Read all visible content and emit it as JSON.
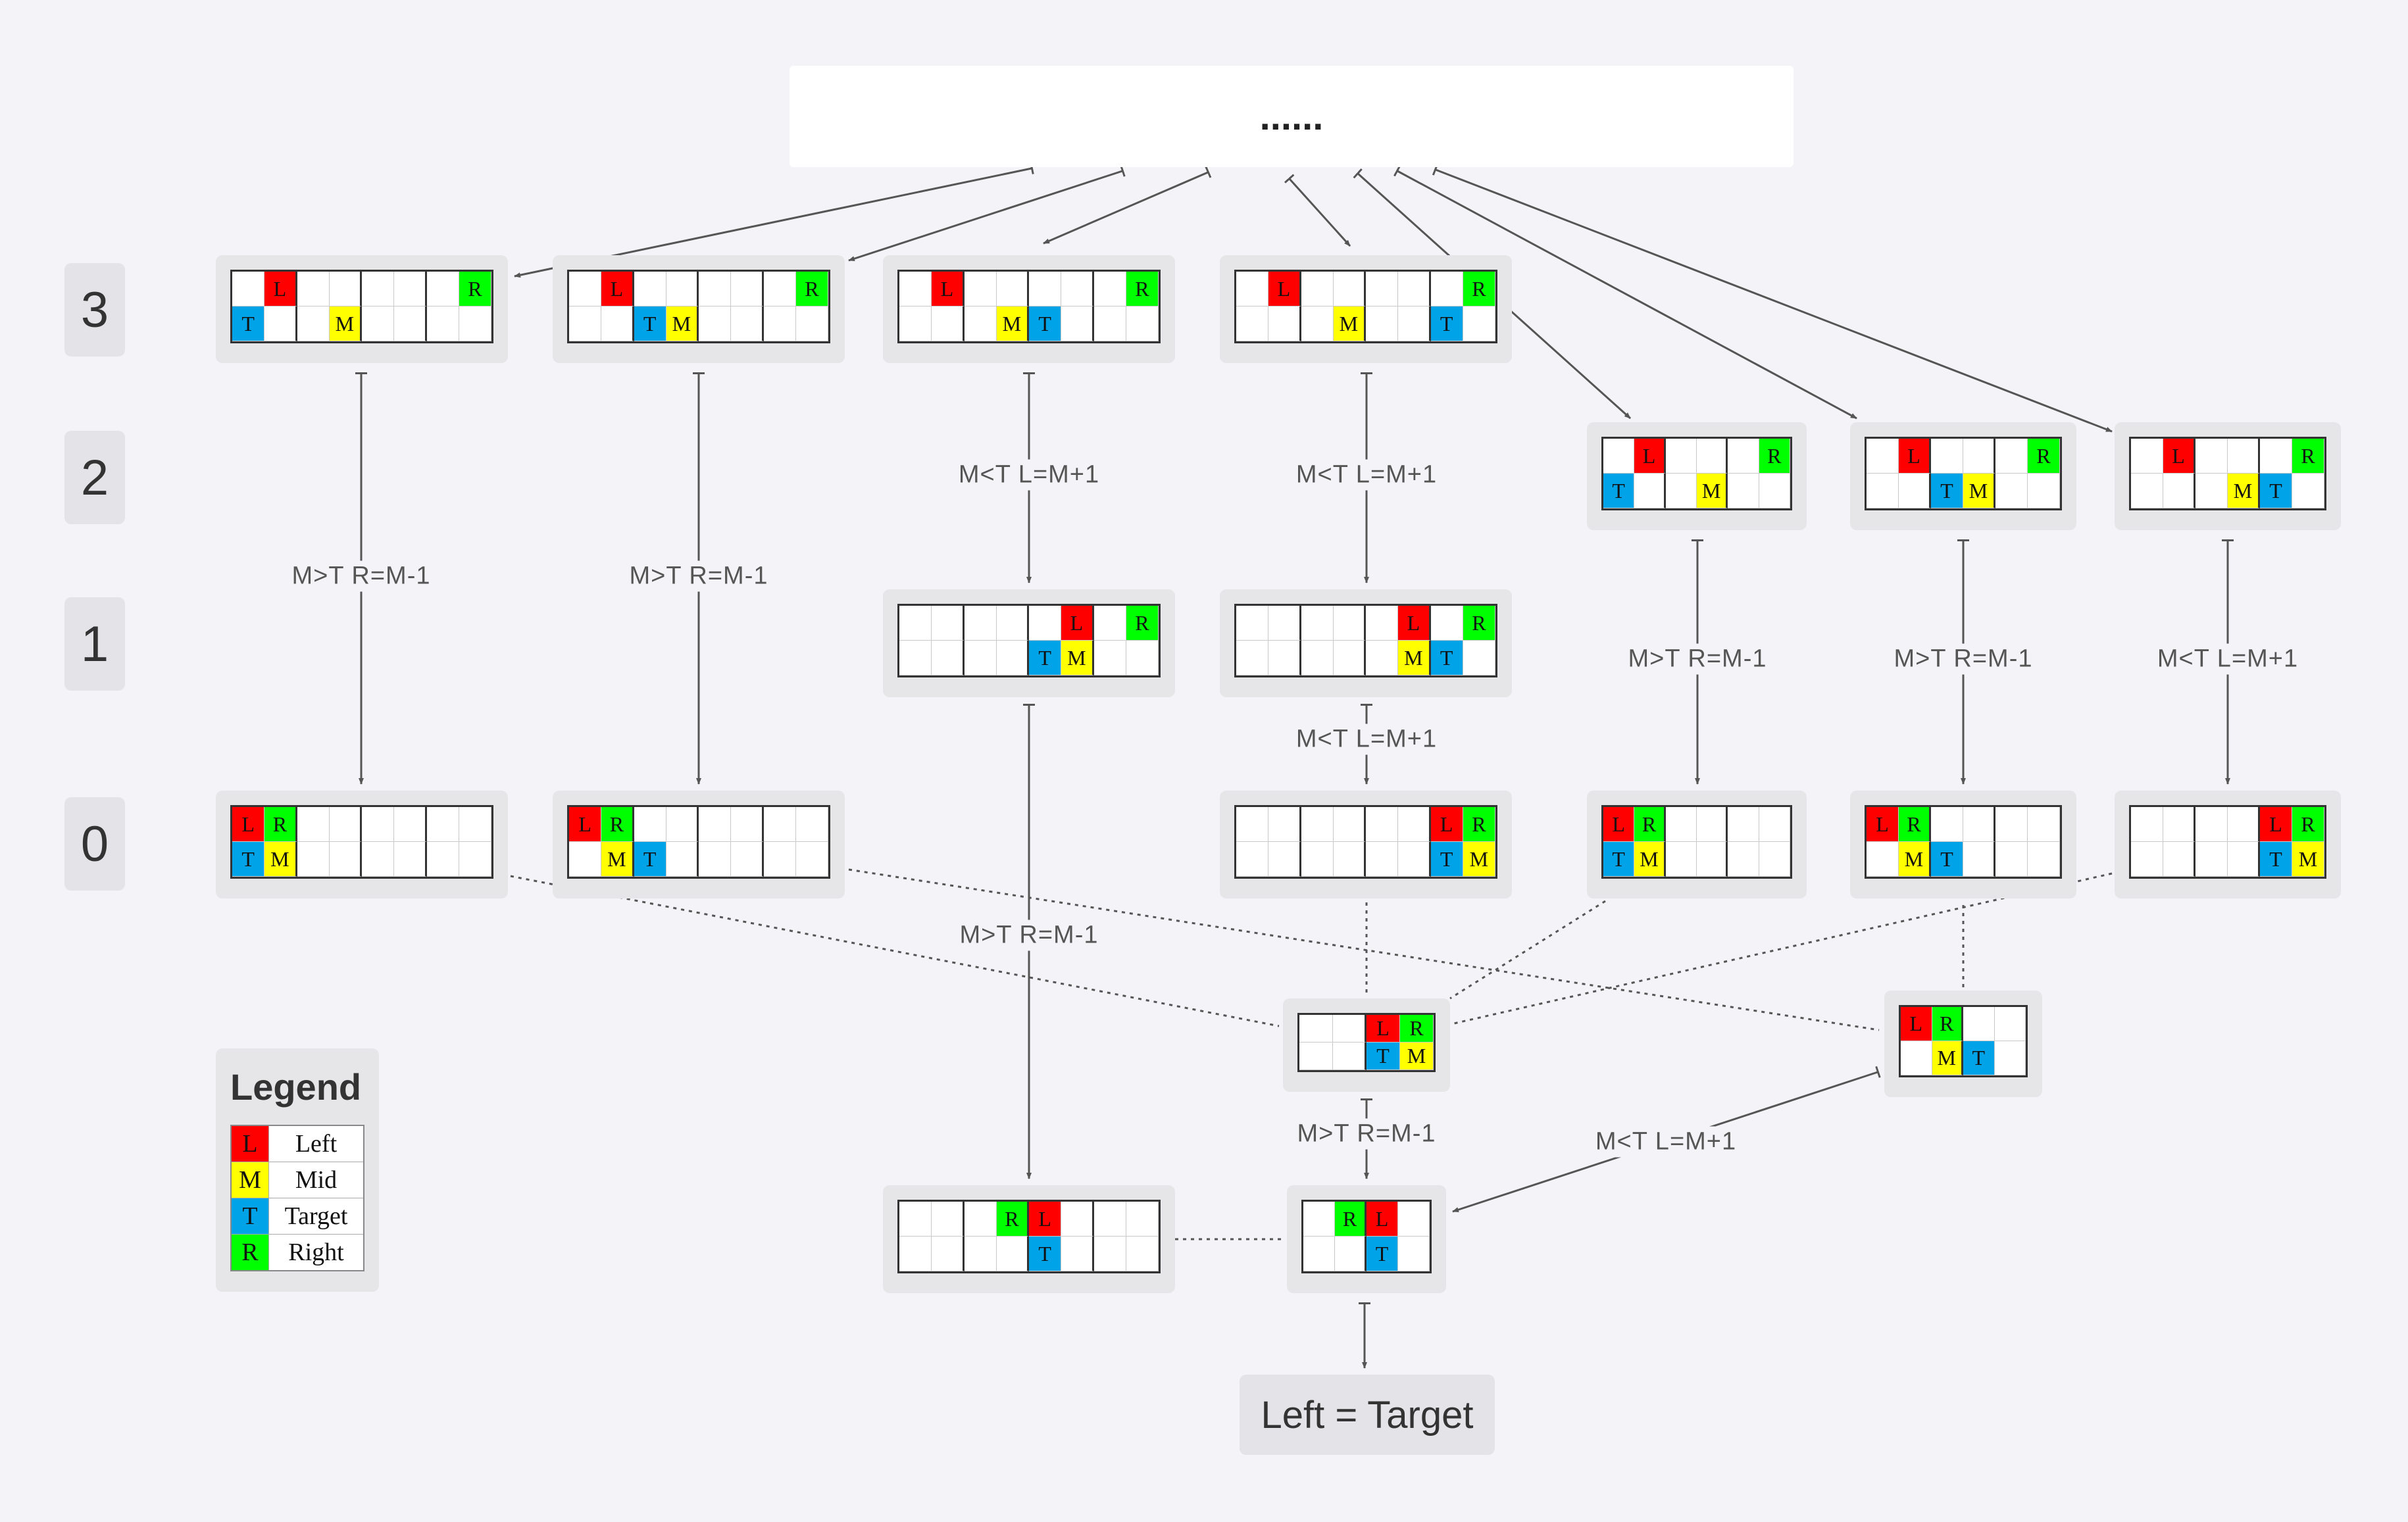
{
  "top": {
    "label": "......"
  },
  "levels": [
    "3",
    "2",
    "1",
    "0"
  ],
  "colors": {
    "L": "#ff0000",
    "M": "#ffff00",
    "T": "#00a2e8",
    "R": "#00ff00"
  },
  "arrays": [
    {
      "id": "a3_1",
      "n": 8,
      "top": {
        "1": "L",
        "7": "R"
      },
      "bottom": {
        "0": "T",
        "3": "M"
      }
    },
    {
      "id": "a3_2",
      "n": 8,
      "top": {
        "1": "L",
        "7": "R"
      },
      "bottom": {
        "2": "T",
        "3": "M"
      }
    },
    {
      "id": "a3_3",
      "n": 8,
      "top": {
        "1": "L",
        "7": "R"
      },
      "bottom": {
        "3": "M",
        "4": "T"
      }
    },
    {
      "id": "a3_4",
      "n": 8,
      "top": {
        "1": "L",
        "7": "R"
      },
      "bottom": {
        "3": "M",
        "6": "T"
      }
    },
    {
      "id": "a2_1",
      "n": 6,
      "top": {
        "1": "L",
        "5": "R"
      },
      "bottom": {
        "0": "T",
        "3": "M"
      }
    },
    {
      "id": "a2_2",
      "n": 6,
      "top": {
        "1": "L",
        "5": "R"
      },
      "bottom": {
        "2": "T",
        "3": "M"
      }
    },
    {
      "id": "a2_3",
      "n": 6,
      "top": {
        "1": "L",
        "5": "R"
      },
      "bottom": {
        "3": "M",
        "4": "T"
      }
    },
    {
      "id": "a1_3",
      "n": 8,
      "top": {
        "5": "L",
        "7": "R"
      },
      "bottom": {
        "4": "T",
        "5": "M"
      }
    },
    {
      "id": "a1_4",
      "n": 8,
      "top": {
        "5": "L",
        "7": "R"
      },
      "bottom": {
        "5": "M",
        "6": "T"
      }
    },
    {
      "id": "a0_1",
      "n": 8,
      "top": {
        "0": "L",
        "1": "R"
      },
      "bottom": {
        "0": "T",
        "1": "M"
      }
    },
    {
      "id": "a0_2",
      "n": 8,
      "top": {
        "0": "L",
        "1": "R"
      },
      "bottom": {
        "1": "M",
        "2": "T"
      }
    },
    {
      "id": "a0_4",
      "n": 8,
      "top": {
        "6": "L",
        "7": "R"
      },
      "bottom": {
        "6": "T",
        "7": "M"
      }
    },
    {
      "id": "a0_5",
      "n": 6,
      "top": {
        "0": "L",
        "1": "R"
      },
      "bottom": {
        "0": "T",
        "1": "M"
      }
    },
    {
      "id": "a0_6",
      "n": 6,
      "top": {
        "0": "L",
        "1": "R"
      },
      "bottom": {
        "1": "M",
        "2": "T"
      }
    },
    {
      "id": "a0_7",
      "n": 6,
      "top": {
        "4": "L",
        "5": "R"
      },
      "bottom": {
        "4": "T",
        "5": "M"
      }
    },
    {
      "id": "am_1",
      "n": 4,
      "top": {
        "2": "L",
        "3": "R"
      },
      "bottom": {
        "2": "T",
        "3": "M"
      }
    },
    {
      "id": "am_2",
      "n": 4,
      "top": {
        "0": "L",
        "1": "R"
      },
      "bottom": {
        "1": "M",
        "2": "T"
      }
    },
    {
      "id": "af_1",
      "n": 8,
      "top": {
        "3": "R",
        "4": "L"
      },
      "bottom": {
        "4": "T"
      }
    },
    {
      "id": "af_2",
      "n": 4,
      "top": {
        "1": "R",
        "2": "L"
      },
      "bottom": {
        "2": "T"
      }
    }
  ],
  "edge_labels": [
    {
      "id": "e1",
      "text": "M>T  R=M-1"
    },
    {
      "id": "e2",
      "text": "M>T  R=M-1"
    },
    {
      "id": "e3",
      "text": "M<T  L=M+1"
    },
    {
      "id": "e4",
      "text": "M<T  L=M+1"
    },
    {
      "id": "e5",
      "text": "M<T  L=M+1"
    },
    {
      "id": "e6",
      "text": "M>T  R=M-1"
    },
    {
      "id": "e7",
      "text": "M>T  R=M-1"
    },
    {
      "id": "e8",
      "text": "M<T  L=M+1"
    },
    {
      "id": "e9",
      "text": "M>T  R=M-1"
    },
    {
      "id": "e10",
      "text": "M>T  R=M-1"
    },
    {
      "id": "e11",
      "text": "M<T  L=M+1"
    }
  ],
  "legend": {
    "title": "Legend",
    "items": [
      {
        "key": "L",
        "label": "Left"
      },
      {
        "key": "M",
        "label": "Mid"
      },
      {
        "key": "T",
        "label": "Target"
      },
      {
        "key": "R",
        "label": "Right"
      }
    ]
  },
  "result": {
    "label": "Left = Target"
  }
}
